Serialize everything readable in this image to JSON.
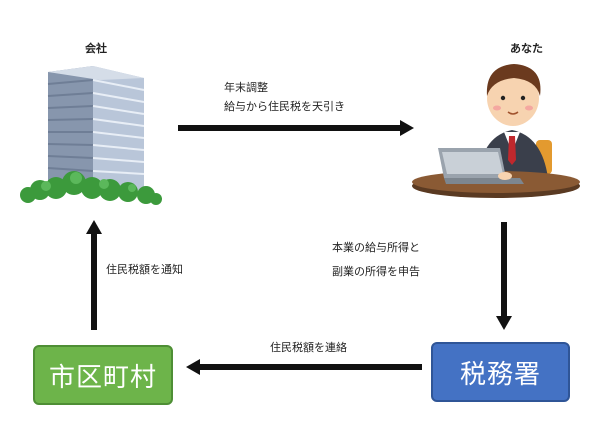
{
  "nodes": {
    "company": "会社",
    "you": "あなた",
    "city": "市区町村",
    "tax_office": "税務署"
  },
  "flows": {
    "company_to_you": [
      "年末調整",
      "給与から住民税を天引き"
    ],
    "you_to_tax_office": [
      "本業の給与所得と",
      "副業の所得を申告"
    ],
    "tax_office_to_city": "住民税額を連絡",
    "city_to_company": "住民税額を通知"
  },
  "colors": {
    "city": "#6db44a",
    "tax_office": "#4472c4",
    "arrow": "#111111"
  }
}
